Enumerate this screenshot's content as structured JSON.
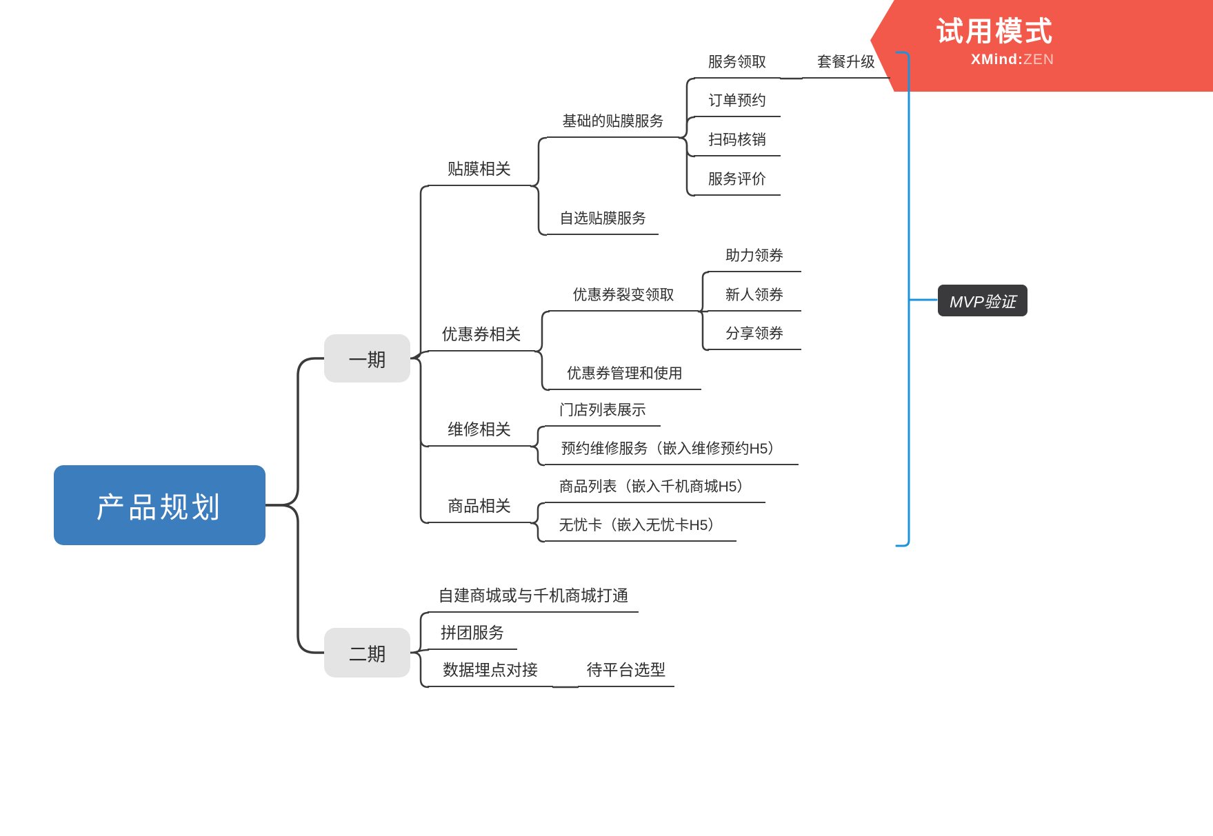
{
  "banner": {
    "title": "试用模式",
    "brand_bold": "XMind",
    "brand_sep": ":",
    "brand_light": "ZEN"
  },
  "summary": {
    "label": "MVP验证"
  },
  "nodes": {
    "root": "产品规划",
    "phase1": "一期",
    "phase2": "二期",
    "film": "贴膜相关",
    "film_basic": "基础的贴膜服务",
    "film_custom": "自选贴膜服务",
    "service_claim": "服务领取",
    "package_upgrade": "套餐升级",
    "order_booking": "订单预约",
    "scan_verify": "扫码核销",
    "service_review": "服务评价",
    "coupon": "优惠券相关",
    "coupon_fission": "优惠券裂变领取",
    "assist_coupon": "助力领券",
    "newuser_coupon": "新人领券",
    "share_coupon": "分享领券",
    "coupon_manage": "优惠券管理和使用",
    "repair": "维修相关",
    "store_list": "门店列表展示",
    "repair_booking": "预约维修服务（嵌入维修预约H5）",
    "goods": "商品相关",
    "goods_list": "商品列表（嵌入千机商城H5）",
    "worryfree_card": "无忧卡（嵌入无忧卡H5）",
    "mall_build": "自建商城或与千机商城打通",
    "group_buy": "拼团服务",
    "data_tracking": "数据埋点对接",
    "platform_select": "待平台选型"
  },
  "colors": {
    "root_bg": "#3C7DBE",
    "branch_bg": "#E4E4E4",
    "line": "#3B3B3B",
    "summary_line": "#1A93DC",
    "summary_bg": "#3A3A3C",
    "banner_bg": "#F2594B"
  }
}
